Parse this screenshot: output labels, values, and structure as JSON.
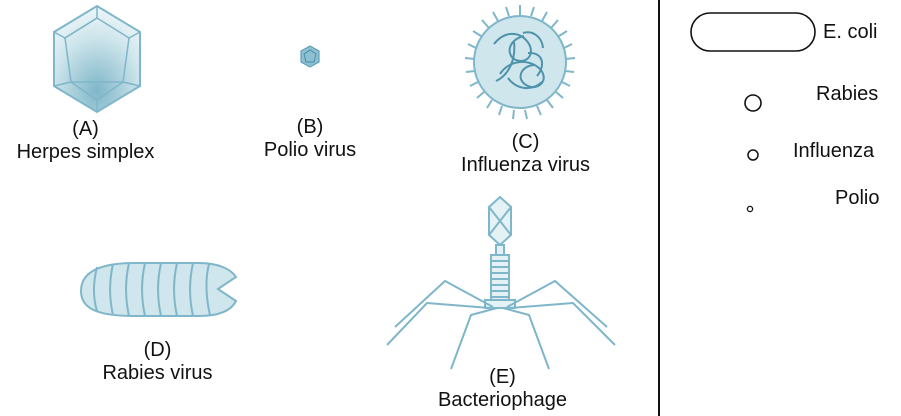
{
  "palette": {
    "virus_fill": "#cfe6ec",
    "virus_stroke": "#7fb6c9",
    "virus_dark": "#69a9bf",
    "line": "#111111"
  },
  "viruses": [
    {
      "letter": "(A)",
      "name": "Herpes simplex",
      "icon": "herpes-simplex-icon"
    },
    {
      "letter": "(B)",
      "name": "Polio virus",
      "icon": "polio-virus-icon"
    },
    {
      "letter": "(C)",
      "name": "Influenza virus",
      "icon": "influenza-virus-icon"
    },
    {
      "letter": "(D)",
      "name": "Rabies virus",
      "icon": "rabies-virus-icon"
    },
    {
      "letter": "(E)",
      "name": "Bacteriophage",
      "icon": "bacteriophage-icon"
    }
  ],
  "size_comparison": [
    {
      "label": "E. coli",
      "shape": "rounded-rectangle"
    },
    {
      "label": "Rabies",
      "shape": "circle"
    },
    {
      "label": "Influenza",
      "shape": "circle"
    },
    {
      "label": "Polio",
      "shape": "circle"
    }
  ]
}
